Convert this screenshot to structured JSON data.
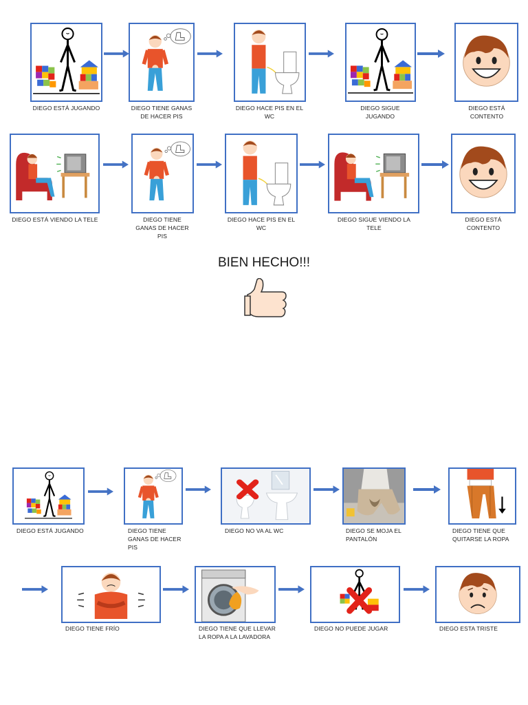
{
  "colors": {
    "frame": "#3f6fc4",
    "arrow": "#4472c4",
    "cross": "#e2231a",
    "skin": "#fbd8bd",
    "shirt": "#e8542b",
    "pants": "#39a0d8",
    "hair": "#a24a1c"
  },
  "success_story": {
    "row1": [
      {
        "icon": "stick-figure-playing-icon",
        "caption": "DIEGO ESTÁ JUGANDO"
      },
      {
        "icon": "boy-needs-toilet-icon",
        "caption": "DIEGO TIENE GANAS DE HACER PIS"
      },
      {
        "icon": "boy-using-toilet-icon",
        "caption": "DIEGO HACE PIS EN EL WC"
      },
      {
        "icon": "stick-figure-playing-icon",
        "caption": "DIEGO SIGUE JUGANDO"
      },
      {
        "icon": "happy-face-icon",
        "caption": "DIEGO ESTÁ CONTENTO"
      }
    ],
    "row2": [
      {
        "icon": "boy-watching-tv-icon",
        "caption": "DIEGO ESTÁ VIENDO LA TELE"
      },
      {
        "icon": "boy-needs-toilet-icon",
        "caption": "DIEGO TIENE GANAS DE HACER PIS"
      },
      {
        "icon": "boy-using-toilet-icon",
        "caption": "DIEGO HACE PIS EN EL WC"
      },
      {
        "icon": "boy-watching-tv-icon",
        "caption": "DIEGO SIGUE VIENDO LA TELE"
      },
      {
        "icon": "happy-face-icon",
        "caption": "DIEGO ESTÁ CONTENTO"
      }
    ],
    "praise": {
      "text": "BIEN HECHO!!!",
      "icon": "thumbs-up-icon"
    }
  },
  "failure_story": {
    "row3": [
      {
        "icon": "stick-figure-playing-icon",
        "caption": "DIEGO ESTÁ JUGANDO"
      },
      {
        "icon": "boy-needs-toilet-icon",
        "caption": "DIEGO TIENE GANAS DE HACER PIS"
      },
      {
        "icon": "bathroom-crossed-out-icon",
        "caption": "DIEGO NO VA AL WC"
      },
      {
        "icon": "wet-pants-photo-icon",
        "caption": "DIEGO SE MOJA EL PANTALÓN"
      },
      {
        "icon": "taking-off-pants-icon",
        "caption": "DIEGO TIENE QUE QUITARSE LA ROPA"
      }
    ],
    "row4": [
      {
        "icon": "boy-cold-icon",
        "caption": "DIEGO TIENE FRÍO"
      },
      {
        "icon": "washing-machine-icon",
        "caption": "DIEGO TIENE QUE LLEVAR LA ROPA A LA LAVADORA"
      },
      {
        "icon": "cannot-play-icon",
        "caption": "DIEGO NO PUEDE JUGAR"
      },
      {
        "icon": "sad-face-icon",
        "caption": "DIEGO ESTA TRISTE"
      }
    ]
  }
}
